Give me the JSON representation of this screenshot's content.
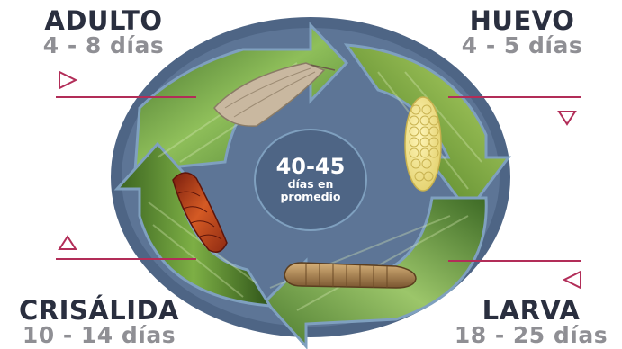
{
  "stages": {
    "adulto": {
      "name": "ADULTO",
      "days": "4 - 8 días"
    },
    "huevo": {
      "name": "HUEVO",
      "days": "4 - 5 días"
    },
    "crisalida": {
      "name": "CRISÁLIDA",
      "days": "10 - 14 días"
    },
    "larva": {
      "name": "LARVA",
      "days": "18 - 25 días"
    }
  },
  "center": {
    "duration": "40-45",
    "line1": "días en",
    "line2": "promedio"
  },
  "colors": {
    "ring": "#4e6585",
    "arrow_outline": "#7fa0bf",
    "leaf": "#7fb04a",
    "accent_line": "#b22d58",
    "label_dark": "#2a2f3f",
    "label_gray": "#8f8f94"
  }
}
